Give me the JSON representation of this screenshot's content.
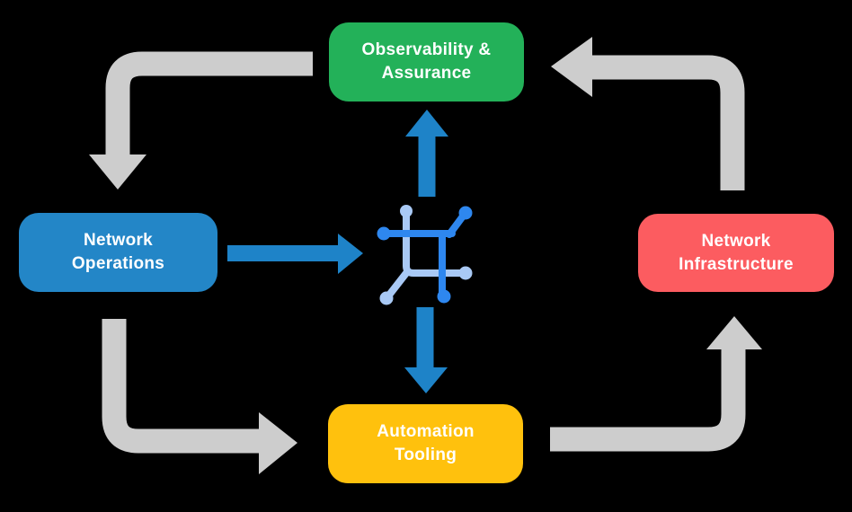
{
  "diagram": {
    "background": "#000000",
    "nodes": {
      "observability": {
        "line1": "Observability &",
        "line2": "Assurance",
        "color": "#23B159"
      },
      "operations": {
        "line1": "Network",
        "line2": "Operations",
        "color": "#2386C7"
      },
      "infrastructure": {
        "line1": "Network",
        "line2": "Infrastructure",
        "color": "#FC5C60"
      },
      "automation": {
        "line1": "Automation",
        "line2": "Tooling",
        "color": "#FFC10D"
      }
    },
    "arrows": {
      "cycle_color": "#CDCDCD",
      "hub_color": "#1E83C8"
    },
    "icon": {
      "name": "network-topology-icon",
      "primary": "#2E87EF",
      "secondary": "#A9C9F5"
    },
    "text_color": "#FFFFFF"
  }
}
